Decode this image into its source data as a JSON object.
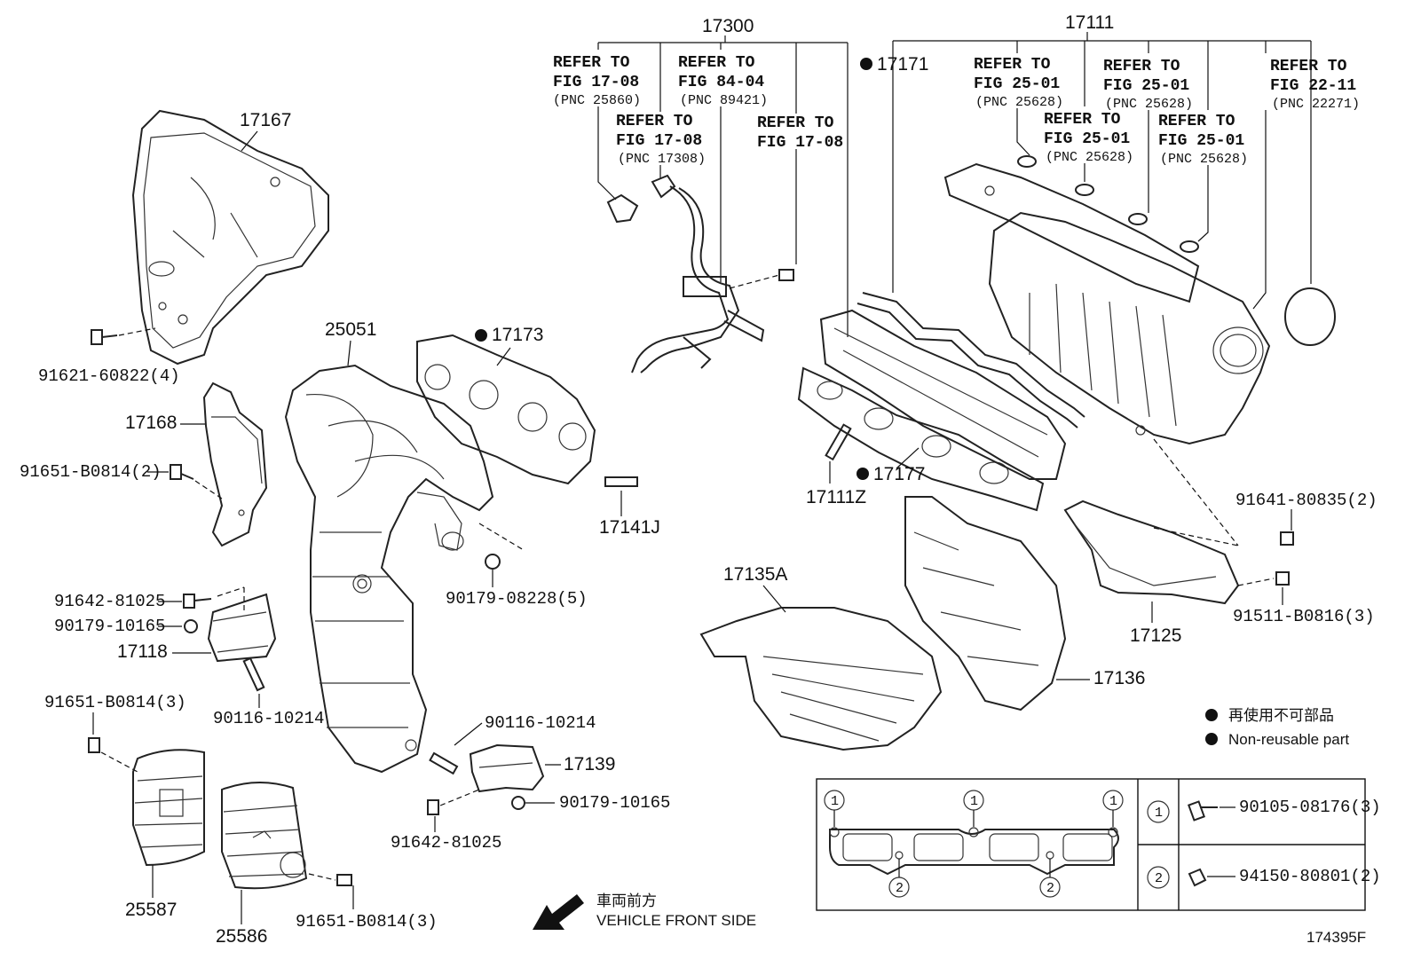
{
  "labels": {
    "p17300": "17300",
    "p17111": "17111",
    "p17171": "17171",
    "p17167": "17167",
    "p17173": "17173",
    "p25051": "25051",
    "p17168": "17168",
    "p17141J": "17141J",
    "p17111Z": "17111Z",
    "p17177": "17177",
    "p17135A": "17135A",
    "p17118": "17118",
    "p17139": "17139",
    "p17136": "17136",
    "p17125": "17125",
    "p25587": "25587",
    "p25586": "25586",
    "b91621": "91621-60822(4)",
    "b91651a": "91651-B0814(2)",
    "b90179a": "90179-08228(5)",
    "b91642a": "91642-81025",
    "b90179b": "90179-10165",
    "b90116a": "90116-10214",
    "b91651b": "91651-B0814(3)",
    "b90116b": "90116-10214",
    "b90179c": "90179-10165",
    "b91642b": "91642-81025",
    "b91651c": "91651-B0814(3)",
    "b91641": "91641-80835(2)",
    "b91511": "91511-B0816(3)"
  },
  "refs": {
    "r1": [
      "REFER TO",
      "FIG 17-08",
      "(PNC 25860)"
    ],
    "r2": [
      "REFER TO",
      "FIG 84-04",
      "(PNC 89421)"
    ],
    "r3": [
      "REFER TO",
      "FIG 17-08",
      "(PNC 17308)"
    ],
    "r4": [
      "REFER TO",
      "FIG 17-08"
    ],
    "r5": [
      "REFER TO",
      "FIG 25-01",
      "(PNC 25628)"
    ],
    "r6": [
      "REFER TO",
      "FIG 25-01",
      "(PNC 25628)"
    ],
    "r7": [
      "REFER TO",
      "FIG 25-01",
      "(PNC 25628)"
    ],
    "r8": [
      "REFER TO",
      "FIG 25-01",
      "(PNC 25628)"
    ],
    "r9": [
      "REFER TO",
      "FIG 22-11",
      "(PNC 22271)"
    ]
  },
  "legend": {
    "jp": "再使用不可部品",
    "en": "Non-reusable part"
  },
  "front": {
    "jp": "車両前方",
    "en": "VEHICLE FRONT SIDE"
  },
  "box": {
    "c1": "1",
    "c2": "2",
    "bolt1": "90105-08176(3)",
    "bolt2": "94150-80801(2)"
  },
  "figure_id": "174395F"
}
